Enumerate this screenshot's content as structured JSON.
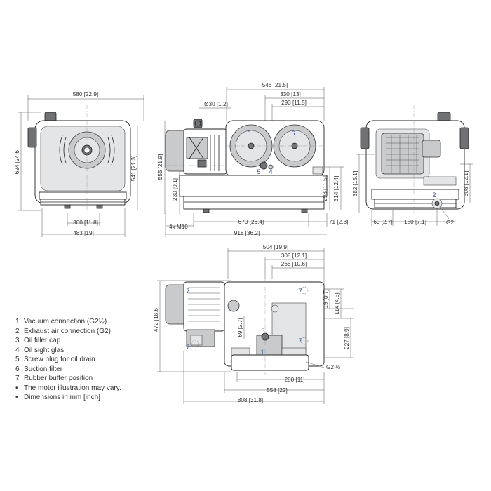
{
  "callouts": {
    "one": "1",
    "two": "2",
    "three": "3",
    "four": "4",
    "five": "5",
    "six": "6",
    "seven": "7"
  },
  "front_view": {
    "width_top": "580 [22.9]",
    "height_total": "624 [24.6]",
    "height_right": "541 [21.3]",
    "foot_spacing": "300 [11.8]",
    "width_bottom": "483 [19]"
  },
  "side_view": {
    "overall_top": "546 [21.5]",
    "inner_top": "330 [13]",
    "offset_top": "293 [11.5]",
    "shaft_dia": "Ø30 [1.2]",
    "height_left": "555 [21.9]",
    "shaft_height": "230 [9.1]",
    "right_1": "293 [11.5]",
    "right_2": "314 [12.4]",
    "holes": "4x M10",
    "foot_length": "670 [26.4]",
    "end_offset": "71 [2.8]",
    "overall_length": "918 [36.2]"
  },
  "end_view": {
    "height_left": "382 [15.1]",
    "height_right": "308 [12.1]",
    "bottom_left": "69 [2.7]",
    "bottom_mid": "180 [7.1]",
    "thread": "G2"
  },
  "top_view": {
    "dim_504": "504 [19.9]",
    "dim_308": "308 [12.1]",
    "dim_268": "268 [10.6]",
    "height_left": "472 [18.6]",
    "dim_69": "69 [2.7]",
    "dim_19": "19 [0.7]",
    "dim_114": "114 [4.5]",
    "dim_227": "227 [8.9]",
    "thread": "G2 ½",
    "dim_280": "280 [11]",
    "dim_558": "558 [22]",
    "dim_808": "808 [31.8]"
  },
  "legend": [
    {
      "num": "1",
      "text": "Vacuum connection (G2½)"
    },
    {
      "num": "2",
      "text": "Exhaust air connection (G2)"
    },
    {
      "num": "3",
      "text": "Oil filler cap"
    },
    {
      "num": "4",
      "text": "Oil sight glas"
    },
    {
      "num": "5",
      "text": "Screw plug for oil drain"
    },
    {
      "num": "6",
      "text": "Suction filter"
    },
    {
      "num": "7",
      "text": "Rubber buffer position"
    },
    {
      "num": "•",
      "text": "The motor illustration may vary."
    },
    {
      "num": "•",
      "text": "Dimensions in mm [inch]"
    }
  ]
}
